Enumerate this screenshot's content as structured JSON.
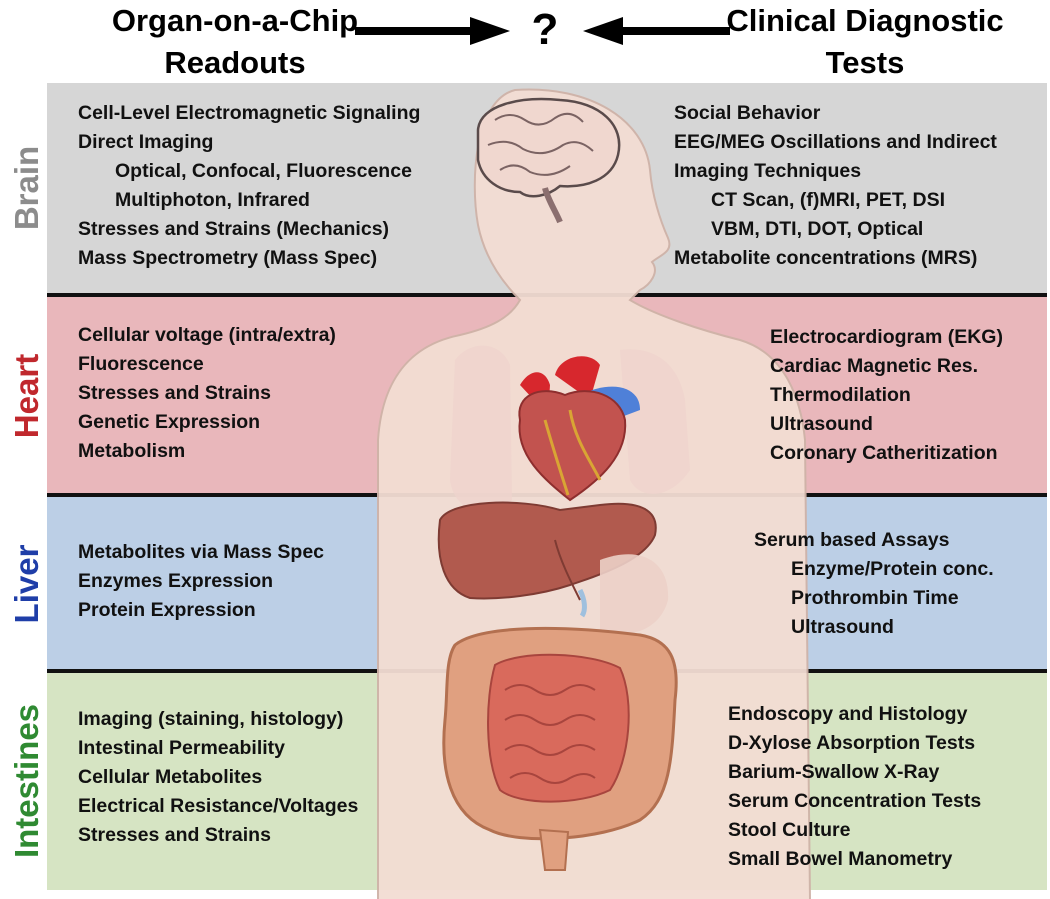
{
  "header": {
    "left_line1": "Organ-on-a-Chip",
    "left_line2": "Readouts",
    "question": "?",
    "right_line1": "Clinical Diagnostic",
    "right_line2": "Tests"
  },
  "colors": {
    "brain_band": "#d6d6d6",
    "heart_band": "#e9b7bb",
    "liver_band": "#bccfe6",
    "intestines_band": "#d6e4c3",
    "brain_label": "#8c8c8c",
    "heart_label": "#c0282d",
    "liver_label": "#1f3ea8",
    "intestines_label": "#2f8a32"
  },
  "organs": {
    "brain": {
      "label": "Brain",
      "readouts": [
        {
          "text": "Cell-Level Electromagnetic Signaling",
          "sub": false
        },
        {
          "text": "Direct Imaging",
          "sub": false
        },
        {
          "text": "Optical, Confocal, Fluorescence",
          "sub": true
        },
        {
          "text": "Multiphoton,  Infrared",
          "sub": true
        },
        {
          "text": "Stresses and Strains (Mechanics)",
          "sub": false
        },
        {
          "text": "Mass Spectrometry (Mass Spec)",
          "sub": false
        }
      ],
      "tests": [
        {
          "text": "Social Behavior",
          "sub": false
        },
        {
          "text": "EEG/MEG Oscillations and Indirect",
          "sub": false
        },
        {
          "text": "Imaging Techniques",
          "sub": false
        },
        {
          "text": "CT Scan, (f)MRI, PET, DSI",
          "sub": true
        },
        {
          "text": "VBM, DTI, DOT, Optical",
          "sub": true
        },
        {
          "text": "Metabolite concentrations (MRS)",
          "sub": false
        }
      ]
    },
    "heart": {
      "label": "Heart",
      "readouts": [
        {
          "text": "Cellular voltage (intra/extra)",
          "sub": false
        },
        {
          "text": "Fluorescence",
          "sub": false
        },
        {
          "text": "Stresses and Strains",
          "sub": false
        },
        {
          "text": "Genetic Expression",
          "sub": false
        },
        {
          "text": "Metabolism",
          "sub": false
        }
      ],
      "tests": [
        {
          "text": "Electrocardiogram (EKG)",
          "sub": false
        },
        {
          "text": "Cardiac Magnetic Res.",
          "sub": false
        },
        {
          "text": "Thermodilation",
          "sub": false
        },
        {
          "text": "Ultrasound",
          "sub": false
        },
        {
          "text": "Coronary Catheritization",
          "sub": false
        }
      ]
    },
    "liver": {
      "label": "Liver",
      "readouts": [
        {
          "text": "Metabolites via Mass Spec",
          "sub": false
        },
        {
          "text": "Enzymes Expression",
          "sub": false
        },
        {
          "text": "Protein Expression",
          "sub": false
        }
      ],
      "tests": [
        {
          "text": "Serum based Assays",
          "sub": false
        },
        {
          "text": "Enzyme/Protein conc.",
          "sub": true
        },
        {
          "text": "Prothrombin Time",
          "sub": true
        },
        {
          "text": "Ultrasound",
          "sub": true
        }
      ]
    },
    "intestines": {
      "label": "Intestines",
      "readouts": [
        {
          "text": "Imaging (staining, histology)",
          "sub": false
        },
        {
          "text": "Intestinal Permeability",
          "sub": false
        },
        {
          "text": "Cellular Metabolites",
          "sub": false
        },
        {
          "text": "Electrical Resistance/Voltages",
          "sub": false
        },
        {
          "text": "Stresses and Strains",
          "sub": false
        }
      ],
      "tests": [
        {
          "text": "Endoscopy  and Histology",
          "sub": false
        },
        {
          "text": "D-Xylose Absorption Tests",
          "sub": false
        },
        {
          "text": "Barium-Swallow X-Ray",
          "sub": false
        },
        {
          "text": "Serum Concentration Tests",
          "sub": false
        },
        {
          "text": "Stool Culture",
          "sub": false
        },
        {
          "text": "Small Bowel Manometry",
          "sub": false
        }
      ]
    }
  },
  "icons": {
    "brain": "brain-icon",
    "heart": "heart-icon",
    "liver": "liver-icon",
    "intestines": "intestines-icon",
    "body": "human-torso-icon"
  }
}
